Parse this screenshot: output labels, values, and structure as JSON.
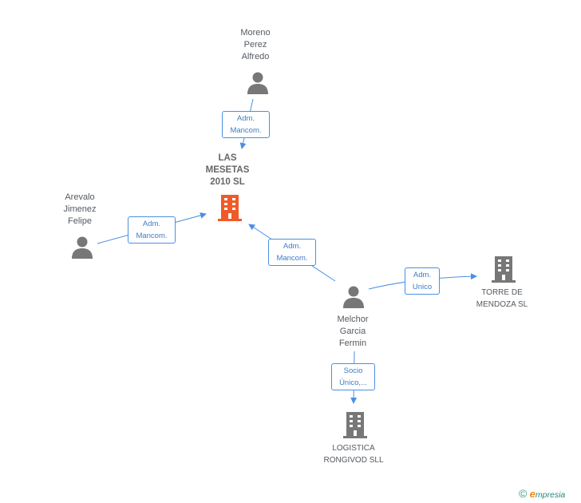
{
  "nodes": {
    "moreno": {
      "label": "Moreno\nPerez\nAlfredo",
      "type": "person"
    },
    "las_mesetas": {
      "label": "LAS\nMESETAS\n2010 SL",
      "type": "company-main"
    },
    "arevalo": {
      "label": "Arevalo\nJimenez\nFelipe",
      "type": "person"
    },
    "melchor": {
      "label": "Melchor\nGarcia\nFermin",
      "type": "person"
    },
    "torre": {
      "label": "TORRE DE\nMENDOZA SL",
      "type": "company"
    },
    "logistica": {
      "label": "LOGISTICA\nRONGIVOD SLL",
      "type": "company"
    }
  },
  "relations": {
    "moreno_mesetas": "Adm.\nMancom.",
    "arevalo_mesetas": "Adm.\nMancom.",
    "melchor_mesetas": "Adm.\nMancom.",
    "melchor_torre": "Adm.\nUnico",
    "melchor_logistica": "Socio\nÚnico,..."
  },
  "footer": {
    "copyright": "©",
    "brand_e": "e",
    "brand_rest": "mpresia"
  },
  "colors": {
    "edge": "#4a90e2",
    "person": "#777777",
    "company": "#777777",
    "main_company": "#f05a28"
  },
  "icons": {
    "person": "person-icon",
    "company": "building-icon"
  }
}
